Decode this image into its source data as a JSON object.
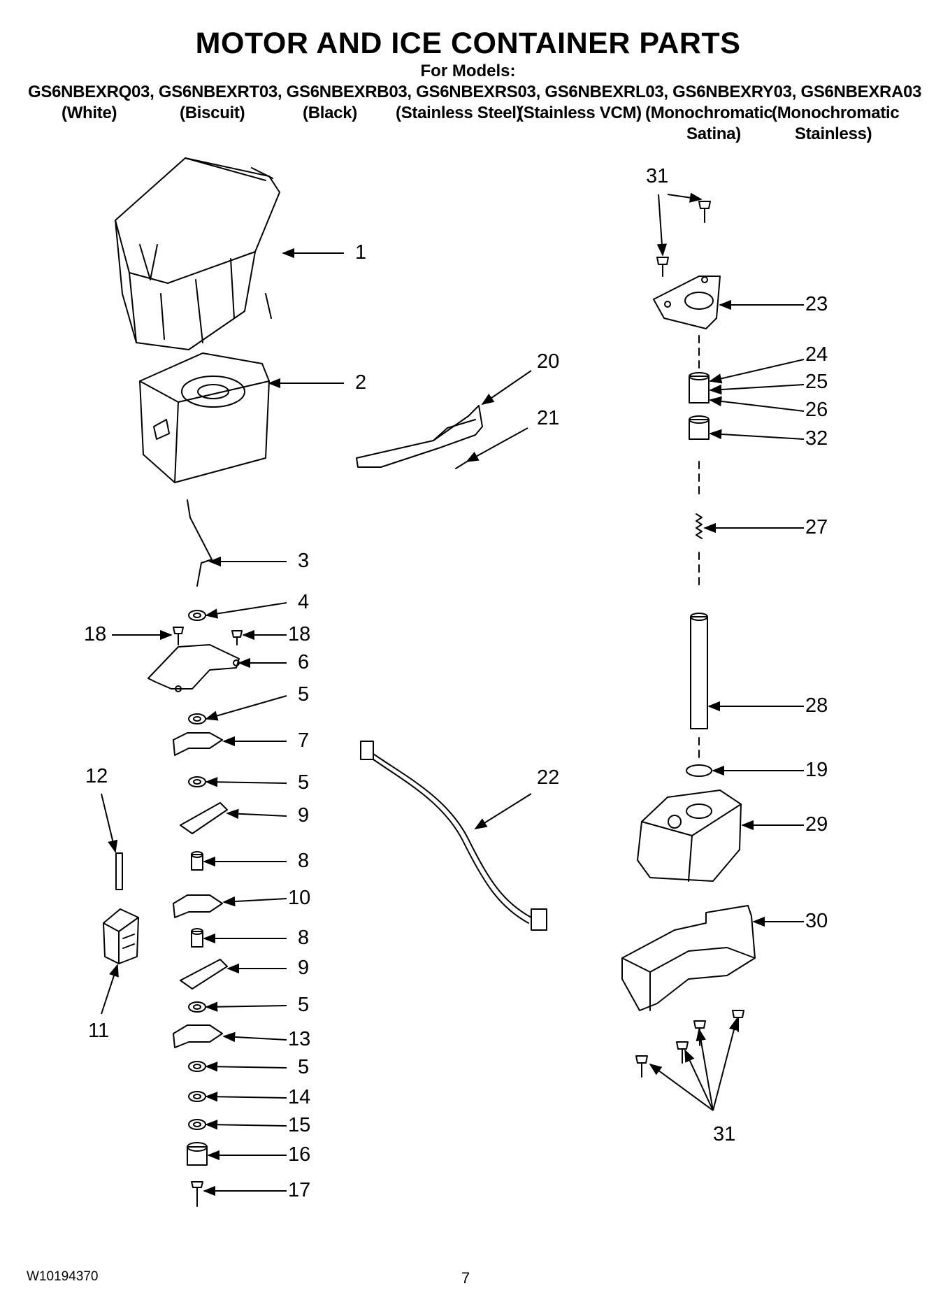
{
  "header": {
    "title": "MOTOR AND ICE CONTAINER PARTS",
    "for_models": "For Models:",
    "models_line": "GS6NBEXRQ03, GS6NBEXRT03, GS6NBEXRB03, GS6NBEXRS03, GS6NBEXRL03, GS6NBEXRY03, GS6NBEXRA03",
    "colors": {
      "white": "(White)",
      "biscuit": "(Biscuit)",
      "black": "(Black)",
      "stainless_steel": "(Stainless Steel)",
      "stainless_vcm": "(Stainless VCM)",
      "mono_satina_1": "(Monochromatic",
      "mono_satina_2": "Satina)",
      "mono_stainless_1": "(Monochromatic",
      "mono_stainless_2": "Stainless)"
    }
  },
  "callouts": {
    "p1": "1",
    "p2": "2",
    "p3": "3",
    "p4": "4",
    "p5a": "5",
    "p5b": "5",
    "p5c": "5",
    "p5d": "5",
    "p6": "6",
    "p7": "7",
    "p8a": "8",
    "p8b": "8",
    "p9a": "9",
    "p9b": "9",
    "p10": "10",
    "p11": "11",
    "p12": "12",
    "p13": "13",
    "p14": "14",
    "p15": "15",
    "p16": "16",
    "p17": "17",
    "p18a": "18",
    "p18b": "18",
    "p19": "19",
    "p20": "20",
    "p21": "21",
    "p22": "22",
    "p23": "23",
    "p24": "24",
    "p25": "25",
    "p26": "26",
    "p27": "27",
    "p28": "28",
    "p29": "29",
    "p30": "30",
    "p31a": "31",
    "p31b": "31",
    "p32": "32"
  },
  "footer": {
    "doc_number": "W10194370",
    "page_number": "7"
  }
}
